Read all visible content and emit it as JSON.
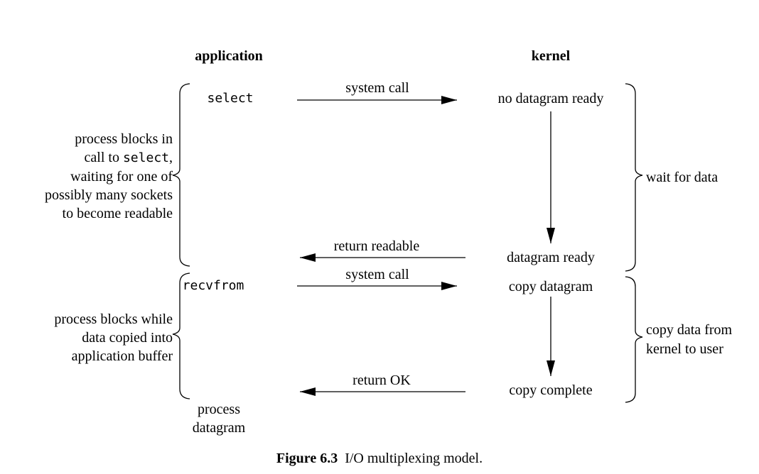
{
  "headers": {
    "application": "application",
    "kernel": "kernel"
  },
  "application_column": {
    "select": "select",
    "recvfrom": "recvfrom",
    "process_datagram": {
      "line1": "process",
      "line2": "datagram"
    }
  },
  "kernel_column": {
    "no_datagram_ready": "no datagram ready",
    "datagram_ready": "datagram ready",
    "copy_datagram": "copy datagram",
    "copy_complete": "copy complete"
  },
  "arrows": {
    "system_call_top": "system call",
    "return_readable": "return readable",
    "system_call_bottom": "system call",
    "return_ok": "return OK"
  },
  "left_annotations": {
    "block1": {
      "line1": "process blocks in",
      "line2_pre": "call to ",
      "line2_code": "select",
      "line2_post": ",",
      "line3": "waiting for one of",
      "line4": "possibly many sockets",
      "line5": "to become readable"
    },
    "block2": {
      "line1": "process blocks while",
      "line2": "data copied into",
      "line3": "application buffer"
    }
  },
  "right_annotations": {
    "wait_for_data": "wait for data",
    "copy_data": {
      "line1": "copy data from",
      "line2": "kernel to user"
    }
  },
  "caption": {
    "label": "Figure 6.3",
    "text": "I/O multiplexing model."
  },
  "colors": {
    "ink": "#000000",
    "background": "#ffffff"
  }
}
